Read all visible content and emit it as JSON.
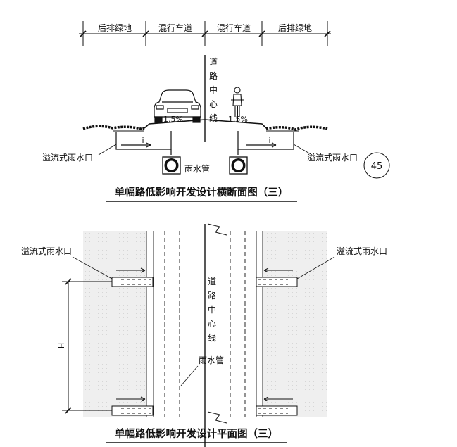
{
  "section": {
    "zones": [
      "后排绿地",
      "混行车道",
      "混行车道",
      "后排绿地"
    ],
    "centerline_label": [
      "道",
      "路",
      "中",
      "心",
      "线"
    ],
    "slope_left": "1.5%",
    "slope_right": "1.5%",
    "slope_mark": "i",
    "inlet_left": "溢流式雨水口",
    "inlet_right": "溢流式雨水口",
    "pipe_label": "雨水管",
    "badge": "45",
    "title": "单幅路低影响开发设计横断面图（三）"
  },
  "plan": {
    "inlet_left": "溢流式雨水口",
    "inlet_right": "溢流式雨水口",
    "centerline_label": [
      "道",
      "路",
      "中",
      "心",
      "线"
    ],
    "pipe_label": "雨水管",
    "dim_label": "H",
    "title": "单幅路低影响开发设计平面图（三）"
  }
}
